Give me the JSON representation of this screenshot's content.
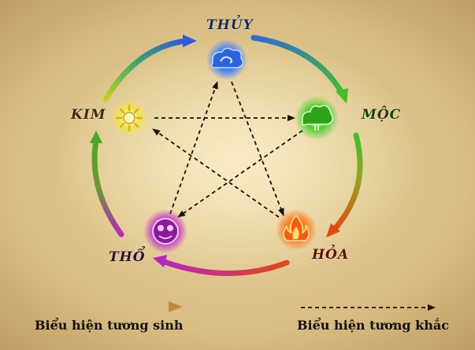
{
  "elements": {
    "thuy": "THỦY",
    "moc": "MỘC",
    "hoa": "HỎA",
    "tho": "THỔ",
    "kim": "KIM"
  },
  "legend": {
    "sinh": "Biểu hiện tương sinh",
    "khac": "Biểu hiện tương khắc"
  },
  "colors": {
    "thuy": "#3d7cff",
    "moc": "#49d12a",
    "hoa": "#ff5a10",
    "tho": "#c026c8",
    "kim": "#f3e24a"
  },
  "icons": {
    "thuy": "water-cloud-icon",
    "moc": "tree-leaf-icon",
    "hoa": "flame-icon",
    "tho": "earth-orb-icon",
    "kim": "metal-sun-icon"
  }
}
